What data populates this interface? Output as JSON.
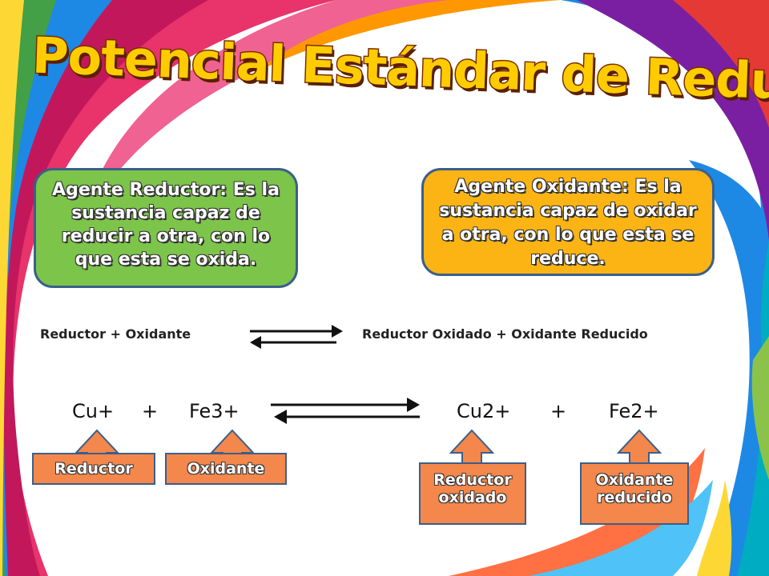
{
  "title": "Potencial Estándar de Reducción",
  "agent_reductor": {
    "term": "Agente Reductor:",
    "definition": "Es la sustancia capaz de reducir a otra, con lo que esta se oxida."
  },
  "agent_oxidante": {
    "term": "Agente Oxidante:",
    "definition": "Es la sustancia capaz de oxidar a otra, con lo que esta se reduce."
  },
  "general_equation": {
    "left": "Reductor + Oxidante",
    "right": "Reductor Oxidado + Oxidante Reducido"
  },
  "reaction": {
    "reactant_1": "Cu+",
    "plus_1": "+",
    "reactant_2": "Fe3+",
    "product_1": "Cu2+",
    "plus_2": "+",
    "product_2": "Fe2+"
  },
  "labels": {
    "reductor": "Reductor",
    "oxidante": "Oxidante",
    "reductor_oxidado": "Reductor oxidado",
    "oxidante_reducido": "Oxidante reducido"
  },
  "colors": {
    "green_box": "#7cc44a",
    "orange_box": "#fbb414",
    "label_box": "#f4874b",
    "title_fill": "#ffcc00"
  }
}
